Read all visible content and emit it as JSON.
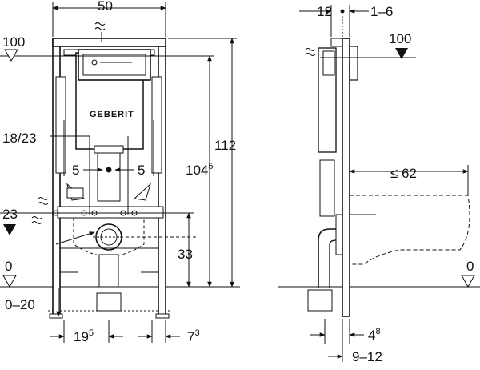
{
  "brand": {
    "logo_text": "GEBERIT"
  },
  "front_view": {
    "width_label": "50",
    "height_label": "112",
    "height_inner_base": "104",
    "height_inner_sup": "5",
    "connection_label": "18/23",
    "offset_left": "5",
    "offset_right": "5",
    "drain_height": "33",
    "level_top": "100",
    "level_mid": "23",
    "level_floor": "0",
    "floor_range": "0–20",
    "bottom_left_base": "19",
    "bottom_left_sup": "5",
    "bottom_right_base": "7",
    "bottom_right_sup": "3"
  },
  "side_view": {
    "depth_label": "12",
    "wall_gap": "1–6",
    "level_top": "100",
    "projection": "≤ 62",
    "level_floor": "0",
    "bottom_a_base": "4",
    "bottom_a_sup": "8",
    "bottom_b": "9–12"
  }
}
